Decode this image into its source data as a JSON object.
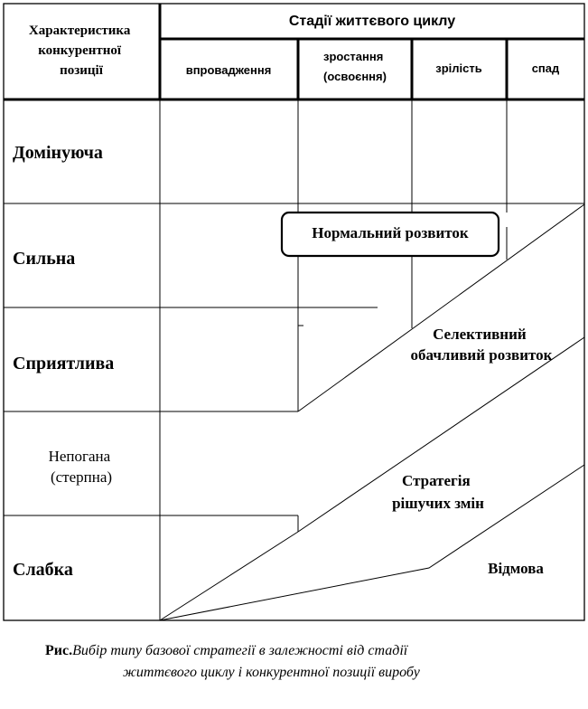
{
  "header": {
    "row_header": [
      "Характеристика",
      "конкурентної",
      "позиції"
    ],
    "stages_title": "Стадії життєвого циклу",
    "stages": [
      {
        "lines": [
          "впровадження"
        ]
      },
      {
        "lines": [
          "зростання",
          "(освоєння)"
        ]
      },
      {
        "lines": [
          "зрілість"
        ]
      },
      {
        "lines": [
          "спад"
        ]
      }
    ]
  },
  "positions": [
    {
      "lines": [
        "Домінуюча"
      ]
    },
    {
      "lines": [
        "Сильна"
      ]
    },
    {
      "lines": [
        "Сприятлива"
      ]
    },
    {
      "lines": [
        "Непогана",
        "(стерпна)"
      ]
    },
    {
      "lines": [
        "Слабка"
      ]
    }
  ],
  "strategies": {
    "normal": "Нормальний розвиток",
    "selective": [
      "Селективний",
      "обачливий розвиток"
    ],
    "decisive": [
      "Стратегія",
      "рішучих змін"
    ],
    "refusal": "Відмова"
  },
  "caption": {
    "prefix": "Рис.",
    "line1": "Вибір типу базової стратегії в залежності від стадії",
    "line2": "життєвого циклу і конкурентної позиції виробу"
  }
}
